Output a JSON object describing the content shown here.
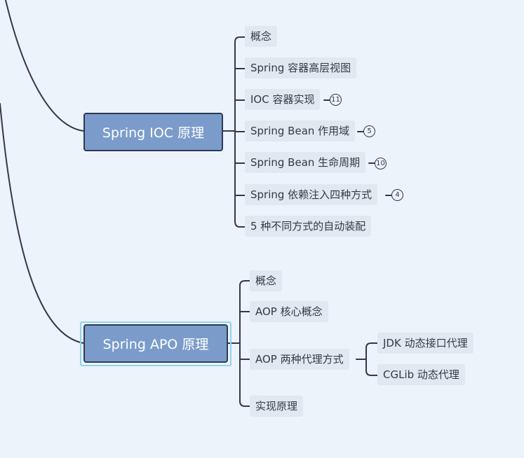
{
  "mindmap": {
    "branches": [
      {
        "label": "Spring IOC 原理",
        "topics": [
          {
            "label": "概念"
          },
          {
            "label": "Spring 容器高层视图"
          },
          {
            "label": "IOC 容器实现",
            "collapsed_count": "11"
          },
          {
            "label": "Spring Bean 作用域",
            "collapsed_count": "5"
          },
          {
            "label": "Spring Bean 生命周期",
            "collapsed_count": "10"
          },
          {
            "label": "Spring 依赖注入四种方式",
            "collapsed_count": "4"
          },
          {
            "label": "5 种不同方式的自动装配"
          }
        ]
      },
      {
        "label": "Spring APO 原理",
        "selected": true,
        "topics": [
          {
            "label": "概念"
          },
          {
            "label": "AOP 核心概念"
          },
          {
            "label": "AOP 两种代理方式",
            "children": [
              {
                "label": "JDK 动态接口代理"
              },
              {
                "label": "CGLib 动态代理"
              }
            ]
          },
          {
            "label": "实现原理"
          }
        ]
      }
    ]
  },
  "colors": {
    "background": "#edf3fa",
    "branch_fill": "#7b9ccb",
    "branch_border": "#2c3a55",
    "topic_fill": "#e1e8f1",
    "line": "#2f3a4d",
    "selection": "#8fd3f0"
  }
}
